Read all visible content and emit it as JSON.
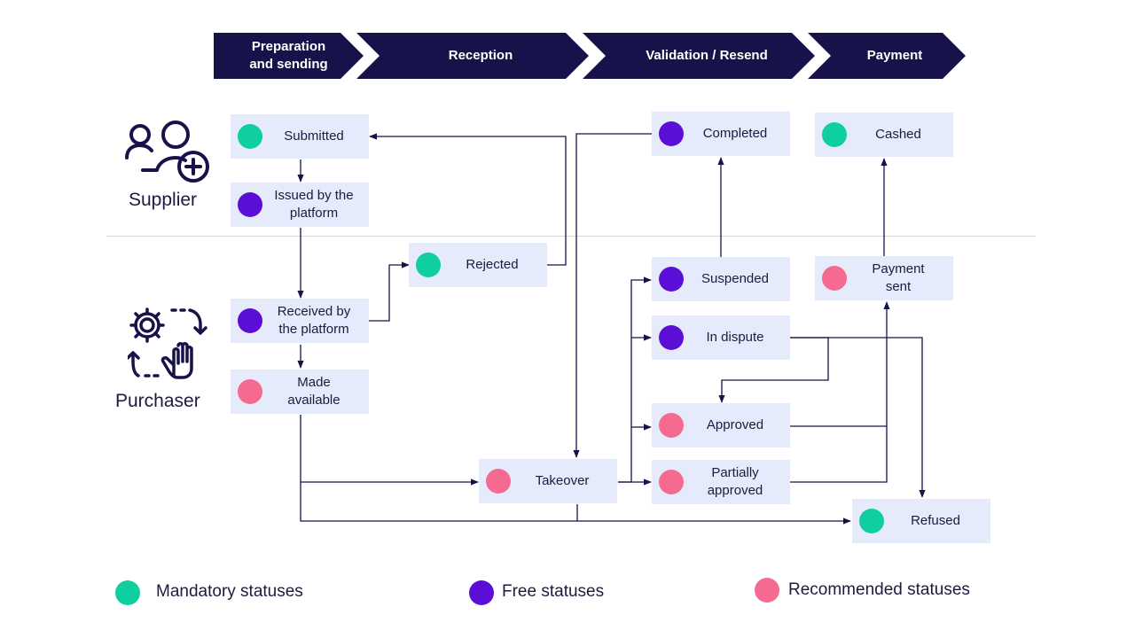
{
  "phases": [
    {
      "label": "Preparation\nand sending"
    },
    {
      "label": "Reception"
    },
    {
      "label": "Validation / Resend"
    },
    {
      "label": "Payment"
    }
  ],
  "actors": {
    "supplier": "Supplier",
    "purchaser": "Purchaser"
  },
  "statuses": {
    "submitted": {
      "label": "Submitted",
      "type": "mandatory"
    },
    "issued": {
      "label": "Issued by the\nplatform",
      "type": "free"
    },
    "received": {
      "label": "Received by\nthe platform",
      "type": "free"
    },
    "made_available": {
      "label": "Made\navailable",
      "type": "recommended"
    },
    "rejected": {
      "label": "Rejected",
      "type": "mandatory"
    },
    "takeover": {
      "label": "Takeover",
      "type": "recommended"
    },
    "completed": {
      "label": "Completed",
      "type": "free"
    },
    "suspended": {
      "label": "Suspended",
      "type": "free"
    },
    "in_dispute": {
      "label": "In dispute",
      "type": "free"
    },
    "approved": {
      "label": "Approved",
      "type": "recommended"
    },
    "partially_approved": {
      "label": "Partially\napproved",
      "type": "recommended"
    },
    "cashed": {
      "label": "Cashed",
      "type": "mandatory"
    },
    "payment_sent": {
      "label": "Payment\nsent",
      "type": "recommended"
    },
    "refused": {
      "label": "Refused",
      "type": "mandatory"
    }
  },
  "legend": {
    "mandatory": "Mandatory statuses",
    "free": "Free statuses",
    "recommended": "Recommended statuses"
  },
  "colors": {
    "mandatory": "#0fcfa0",
    "free": "#5b0fd6",
    "recommended": "#f56a91",
    "phase_bar": "#17124a",
    "box_fill": "#e6ebfb",
    "connector": "#17124a"
  },
  "icons": {
    "supplier": "users-add-icon",
    "purchaser": "gear-hand-cycle-icon"
  }
}
